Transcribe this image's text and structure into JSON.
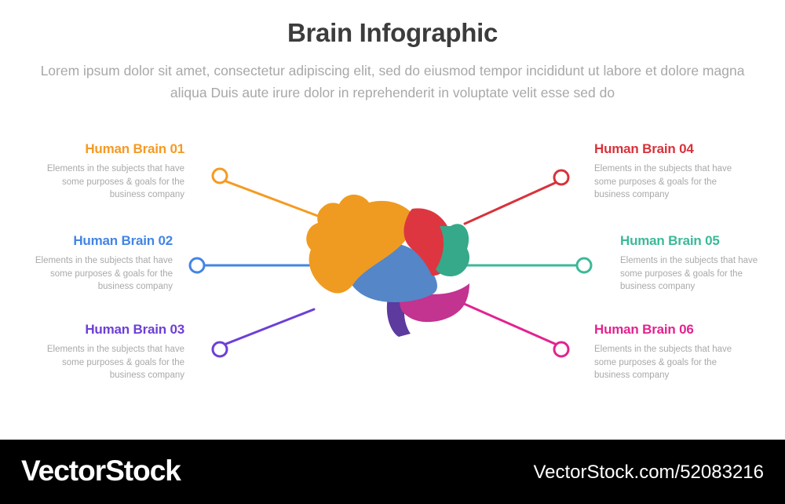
{
  "header": {
    "title": "Brain Infographic",
    "subtitle": "Lorem ipsum dolor sit amet, consectetur adipiscing elit, sed do eiusmod tempor incididunt ut labore et dolore magna aliqua Duis aute irure dolor in reprehenderit in voluptate velit esse sed do"
  },
  "colors": {
    "title": "#3c3c3c",
    "subtitle": "#a8a8a8",
    "body": "#a9a9a9",
    "item1": "#f59a23",
    "item2": "#4285e4",
    "item3": "#6d3fd6",
    "item4": "#d8323b",
    "item5": "#3bb998",
    "item6": "#e3238f",
    "brain_orange": "#ef9b21",
    "brain_red": "#dd3640",
    "brain_blue": "#5586c8",
    "brain_teal": "#35a98a",
    "brain_magenta": "#c33390",
    "brain_purple": "#5c3a9e",
    "footer_bg": "#000000",
    "footer_text": "#ffffff"
  },
  "items": [
    {
      "id": "01",
      "title": "Human Brain 01",
      "desc": "Elements in the subjects that have  some purposes & goals for the  business company",
      "color": "#f59a23",
      "side": "left"
    },
    {
      "id": "02",
      "title": "Human Brain 02",
      "desc": "Elements in the subjects that have  some purposes & goals for the  business company",
      "color": "#4285e4",
      "side": "left"
    },
    {
      "id": "03",
      "title": "Human Brain 03",
      "desc": "Elements in the subjects that have  some purposes & goals for the  business company",
      "color": "#6d3fd6",
      "side": "left"
    },
    {
      "id": "04",
      "title": "Human Brain 04",
      "desc": "Elements in the subjects that have  some purposes & goals for the  business company",
      "color": "#d8323b",
      "side": "right"
    },
    {
      "id": "05",
      "title": "Human Brain 05",
      "desc": "Elements in the subjects that have  some purposes & goals for the  business company",
      "color": "#3bb998",
      "side": "right"
    },
    {
      "id": "06",
      "title": "Human Brain 06",
      "desc": "Elements in the subjects that have  some purposes & goals for the  business company",
      "color": "#e3238f",
      "side": "right"
    }
  ],
  "footer": {
    "logo": "VectorStock",
    "url": "VectorStock.com/52083216"
  }
}
